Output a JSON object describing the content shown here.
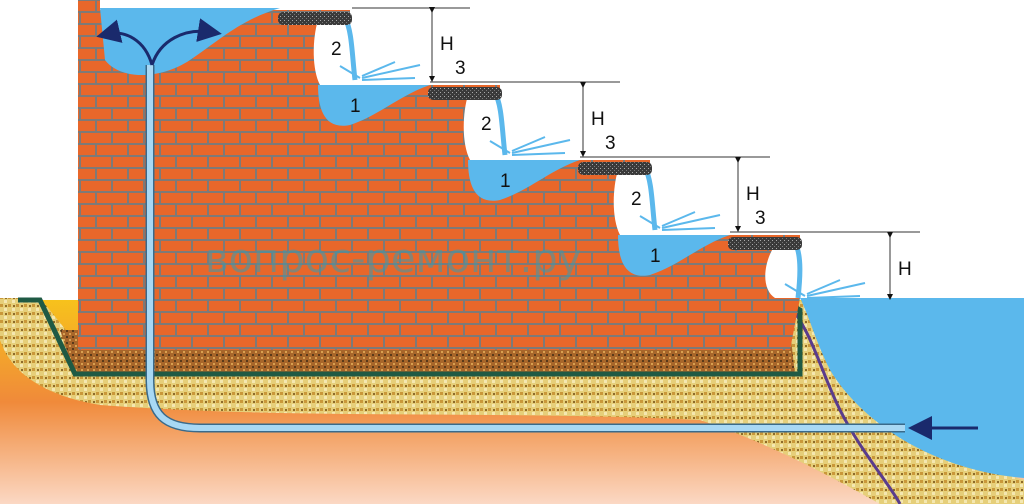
{
  "title": "Cascade waterfall on brick steps",
  "watermark": "вопрос-ремонт.ру",
  "labels": {
    "pool": "1",
    "fall": "2",
    "splash": "3",
    "height": "H"
  },
  "colors": {
    "water": "#5bb8ec",
    "brick": "#e8672a",
    "mortar": "#7d7a78",
    "liner": "#1f5a44",
    "pond_liner": "#5a3c8c",
    "arrow": "#1a2a6c"
  }
}
